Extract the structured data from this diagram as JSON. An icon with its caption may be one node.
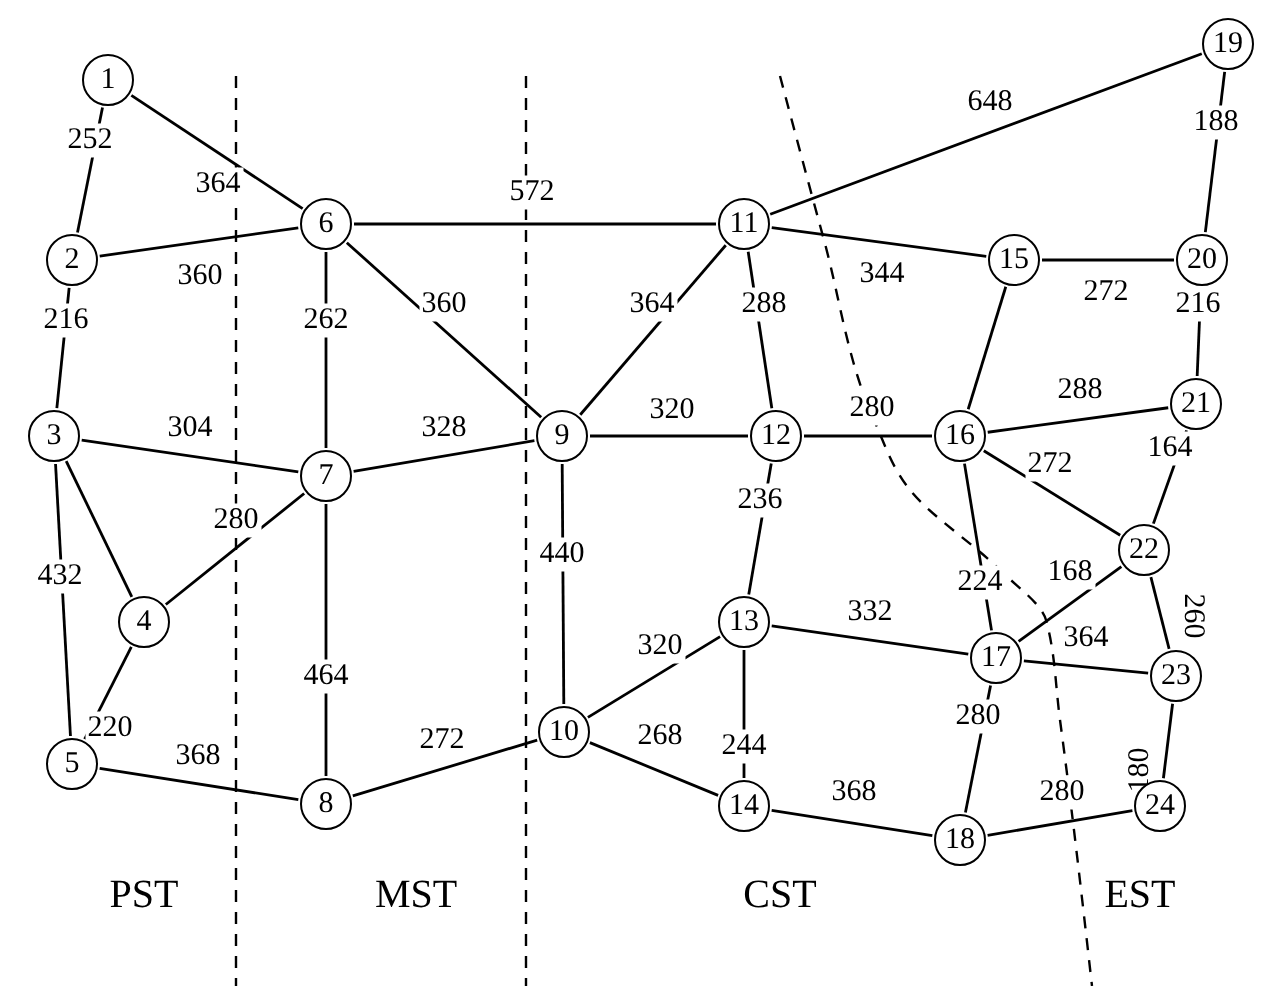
{
  "diagram": {
    "nodes": [
      {
        "text": [
          "1"
        ]
      },
      {
        "text": [
          "2"
        ]
      },
      {
        "text": [
          "3"
        ]
      },
      {
        "text": [
          "4"
        ]
      },
      {
        "text": [
          "5"
        ]
      },
      {
        "text": [
          "6"
        ]
      },
      {
        "text": [
          "7"
        ]
      },
      {
        "text": [
          "8"
        ]
      },
      {
        "text": [
          "9"
        ]
      },
      {
        "text": [
          "10"
        ]
      },
      {
        "text": [
          "11"
        ]
      },
      {
        "text": [
          "12"
        ]
      },
      {
        "text": [
          "13"
        ]
      },
      {
        "text": [
          "14"
        ]
      },
      {
        "text": [
          "15"
        ]
      },
      {
        "text": [
          "16"
        ]
      },
      {
        "text": [
          "17"
        ]
      },
      {
        "text": [
          "18"
        ]
      },
      {
        "text": [
          "19"
        ]
      },
      {
        "text": [
          "20"
        ]
      },
      {
        "text": [
          "21"
        ]
      },
      {
        "text": [
          "22"
        ]
      },
      {
        "text": [
          "23"
        ]
      },
      {
        "text": [
          "24"
        ]
      }
    ],
    "edges": [
      {
        "from": 0,
        "to": 5,
        "arrow": "none",
        "label": "364"
      },
      {
        "from": 0,
        "to": 1,
        "arrow": "none",
        "label": "252"
      },
      {
        "from": 1,
        "to": 5,
        "arrow": "none",
        "label": "360"
      },
      {
        "from": 1,
        "to": 2,
        "arrow": "none",
        "label": "216"
      },
      {
        "from": 2,
        "to": 6,
        "arrow": "none",
        "label": "304"
      },
      {
        "from": 2,
        "to": 3,
        "arrow": "none"
      },
      {
        "from": 2,
        "to": 4,
        "arrow": "none",
        "label": "432"
      },
      {
        "from": 3,
        "to": 6,
        "arrow": "none",
        "label": "280"
      },
      {
        "from": 3,
        "to": 4,
        "arrow": "none",
        "label": "220"
      },
      {
        "from": 4,
        "to": 7,
        "arrow": "none",
        "label": "368"
      },
      {
        "from": 5,
        "to": 6,
        "arrow": "none",
        "label": "262"
      },
      {
        "from": 5,
        "to": 8,
        "arrow": "none",
        "label": "360"
      },
      {
        "from": 5,
        "to": 10,
        "arrow": "none",
        "label": "572"
      },
      {
        "from": 6,
        "to": 8,
        "arrow": "none",
        "label": "328"
      },
      {
        "from": 6,
        "to": 7,
        "arrow": "none",
        "label": "464"
      },
      {
        "from": 7,
        "to": 9,
        "arrow": "none",
        "label": "272"
      },
      {
        "from": 8,
        "to": 10,
        "arrow": "none",
        "label": "364"
      },
      {
        "from": 8,
        "to": 11,
        "arrow": "none",
        "label": "320"
      },
      {
        "from": 8,
        "to": 9,
        "arrow": "none",
        "label": "440"
      },
      {
        "from": 9,
        "to": 12,
        "arrow": "none",
        "label": "320"
      },
      {
        "from": 9,
        "to": 13,
        "arrow": "none",
        "label": "268"
      },
      {
        "from": 10,
        "to": 18,
        "arrow": "none",
        "label": "648"
      },
      {
        "from": 10,
        "to": 11,
        "arrow": "none",
        "label": "288"
      },
      {
        "from": 10,
        "to": 14,
        "arrow": "none",
        "label": "344"
      },
      {
        "from": 11,
        "to": 15,
        "arrow": "none",
        "label": "280"
      },
      {
        "from": 11,
        "to": 12,
        "arrow": "none",
        "label": "236"
      },
      {
        "from": 12,
        "to": 16,
        "arrow": "none",
        "label": "332"
      },
      {
        "from": 12,
        "to": 13,
        "arrow": "none",
        "label": "244"
      },
      {
        "from": 13,
        "to": 17,
        "arrow": "none",
        "label": "368"
      },
      {
        "from": 14,
        "to": 19,
        "arrow": "none",
        "label": "272"
      },
      {
        "from": 14,
        "to": 15,
        "arrow": "none"
      },
      {
        "from": 15,
        "to": 20,
        "arrow": "none",
        "label": "288"
      },
      {
        "from": 15,
        "to": 21,
        "arrow": "none",
        "label": "272"
      },
      {
        "from": 15,
        "to": 16,
        "arrow": "none",
        "label": "224"
      },
      {
        "from": 16,
        "to": 21,
        "arrow": "none",
        "label": "168"
      },
      {
        "from": 16,
        "to": 22,
        "arrow": "none",
        "label": "364"
      },
      {
        "from": 16,
        "to": 17,
        "arrow": "none",
        "label": "280"
      },
      {
        "from": 17,
        "to": 23,
        "arrow": "none",
        "label": "280"
      },
      {
        "from": 18,
        "to": 19,
        "arrow": "none",
        "label": "188"
      },
      {
        "from": 19,
        "to": 20,
        "arrow": "none",
        "label": "216"
      },
      {
        "from": 20,
        "to": 21,
        "arrow": "none",
        "label": "164"
      },
      {
        "from": 21,
        "to": 22,
        "arrow": "none",
        "label": "260"
      },
      {
        "from": 22,
        "to": 23,
        "arrow": "none",
        "label": "180"
      }
    ],
    "labels": [
      "PST",
      "MST",
      "CST",
      "EST"
    ]
  }
}
